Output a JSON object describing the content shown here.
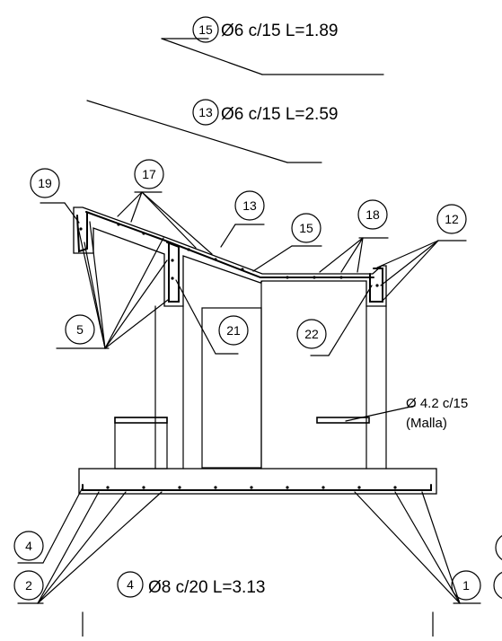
{
  "diagram": {
    "rebar_callouts": [
      {
        "mark": "15",
        "spec": "Ø6 c/15 L=1.89"
      },
      {
        "mark": "13",
        "spec": "Ø6 c/15 L=2.59"
      },
      {
        "mark": "4",
        "spec": "Ø8 c/20 L=3.13"
      }
    ],
    "bubbles": {
      "b19": "19",
      "b17": "17",
      "b13": "13",
      "b15": "15",
      "b18": "18",
      "b12": "12",
      "b5": "5",
      "b21": "21",
      "b22": "22",
      "b4": "4",
      "b2": "2",
      "b1": "1"
    },
    "mesh_note": {
      "line1": "Ø 4.2 c/15",
      "line2": "(Malla)"
    }
  }
}
